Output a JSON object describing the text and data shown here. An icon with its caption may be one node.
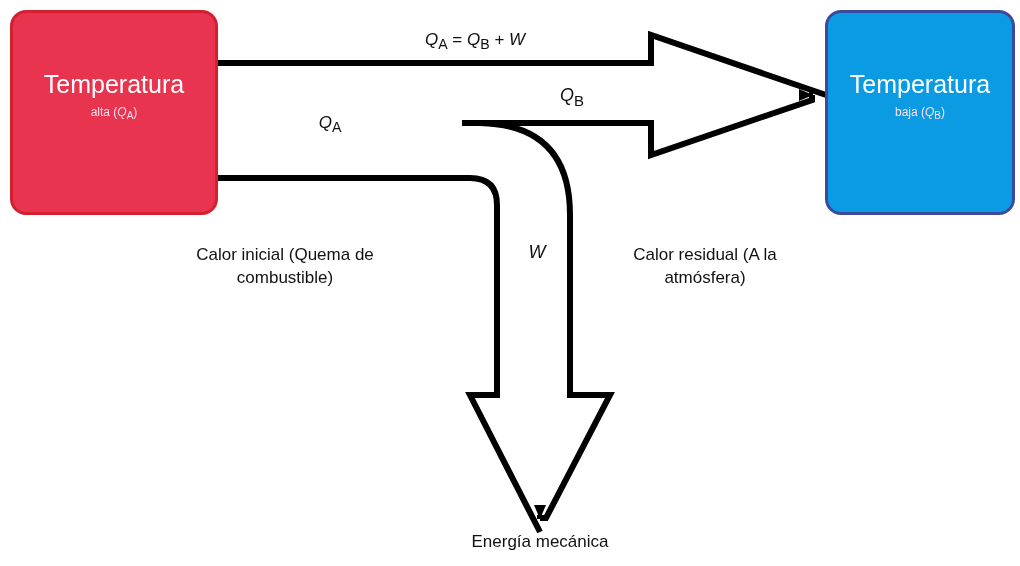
{
  "diagram": {
    "nodes": [
      {
        "text": [
          "Temperatura",
          "alta (*Q*$_{A}$)"
        ]
      },
      {
        "text": [
          "Temperatura",
          "baja (*Q*$_{B}$)"
        ]
      },
      {
        "text": [
          "Energía mecánica"
        ]
      }
    ],
    "edges": [
      {
        "from": 0,
        "to": 1,
        "arrow": "to",
        "label": "*Q*$_{B}$"
      },
      {
        "from": 0,
        "to": 2,
        "arrow": "to",
        "label": "*W*"
      }
    ],
    "labels": [
      "*Q*$_{A}$ = *Q*$_{B}$ + *W*",
      "*Q*$_{A}$",
      "Calor inicial (Quema de combustible)",
      "Calor residual (A la atmósfera)"
    ]
  }
}
